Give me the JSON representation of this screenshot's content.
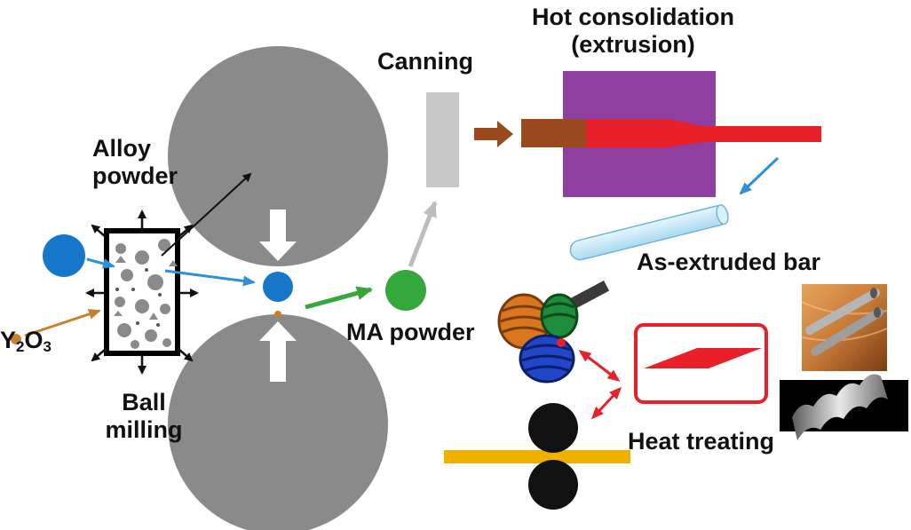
{
  "labels": {
    "hot_consolidation_line1": "Hot consolidation",
    "hot_consolidation_line2": "(extrusion)",
    "canning": "Canning",
    "alloy_powder_line1": "Alloy",
    "alloy_powder_line2": "powder",
    "as_extruded_bar": "As-extruded bar",
    "ma_powder": "MA powder",
    "y2o3_y": "Y",
    "y2o3_sub1": "2",
    "y2o3_o": "O",
    "y2o3_sub2": "3",
    "ball_milling_line1": "Ball",
    "ball_milling_line2": "milling",
    "heat_treating": "Heat treating"
  },
  "colors": {
    "roller_gray": "#8a8a8a",
    "alloy_blue": "#1677c9",
    "y2o3_orange": "#c8812a",
    "ma_green": "#34a83a",
    "can_gray": "#c8c8c8",
    "press_purple": "#8e3fa0",
    "billet_brown": "#9a4a1e",
    "extrusion_red": "#e8202a",
    "bar_light_blue": "#bfe6f5",
    "rolling_orange": "#f0b000",
    "arrow_blue": "#2f8fd8",
    "arrow_gray": "#bdbdbd"
  }
}
